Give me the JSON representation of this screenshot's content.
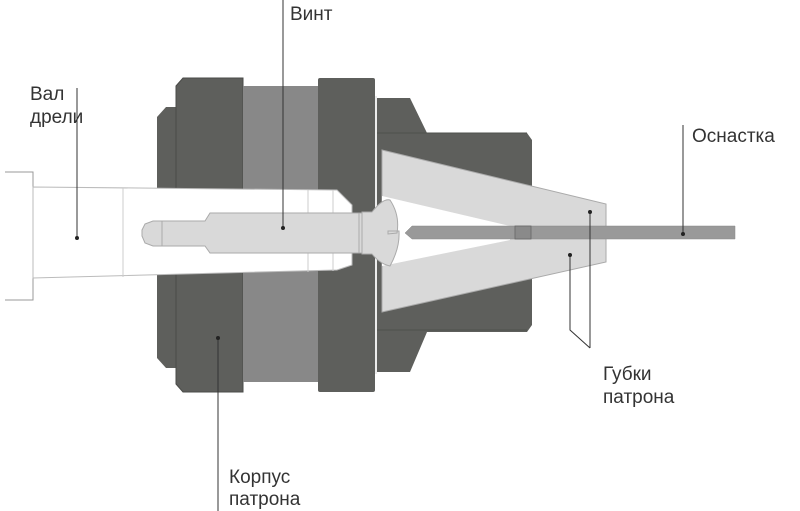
{
  "labels": {
    "screw": "Винт",
    "drill_shaft_line1": "Вал",
    "drill_shaft_line2": "дрели",
    "bit": "Оснастка",
    "jaws_line1": "Губки",
    "jaws_line2": "патрона",
    "body_line1": "Корпус",
    "body_line2": "патрона"
  },
  "colors": {
    "body_dark": "#5e5f5c",
    "body_band": "#888888",
    "light_parts": "#d9d9d9",
    "bit": "#999999",
    "leader": "#333333"
  }
}
